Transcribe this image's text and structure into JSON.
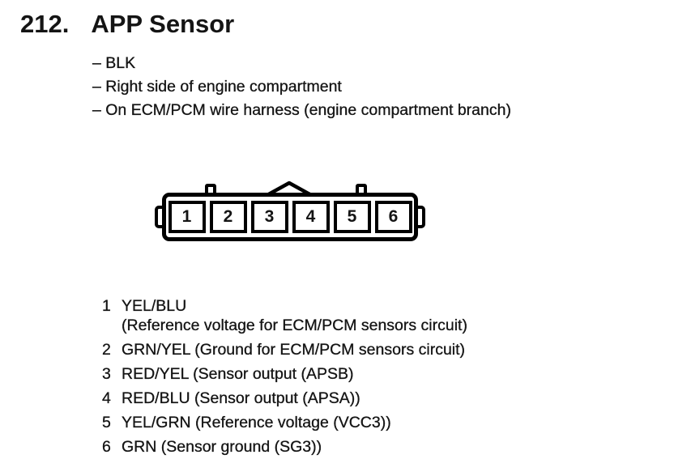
{
  "page": {
    "section_number": "212.",
    "title": "APP Sensor",
    "notes": [
      "– BLK",
      "– Right side of engine compartment",
      "– On ECM/PCM wire harness (engine compartment branch)"
    ]
  },
  "connector": {
    "pins": [
      "1",
      "2",
      "3",
      "4",
      "5",
      "6"
    ]
  },
  "pin_list": [
    {
      "pin": "1",
      "label": "YEL/BLU",
      "label_line2": "(Reference voltage for ECM/PCM sensors circuit)"
    },
    {
      "pin": "2",
      "label": "GRN/YEL (Ground for ECM/PCM sensors circuit)"
    },
    {
      "pin": "3",
      "label": "RED/YEL (Sensor output (APSB)"
    },
    {
      "pin": "4",
      "label": "RED/BLU (Sensor output (APSA))"
    },
    {
      "pin": "5",
      "label": "YEL/GRN (Reference voltage (VCC3))"
    },
    {
      "pin": "6",
      "label": "GRN (Sensor ground (SG3))"
    }
  ]
}
